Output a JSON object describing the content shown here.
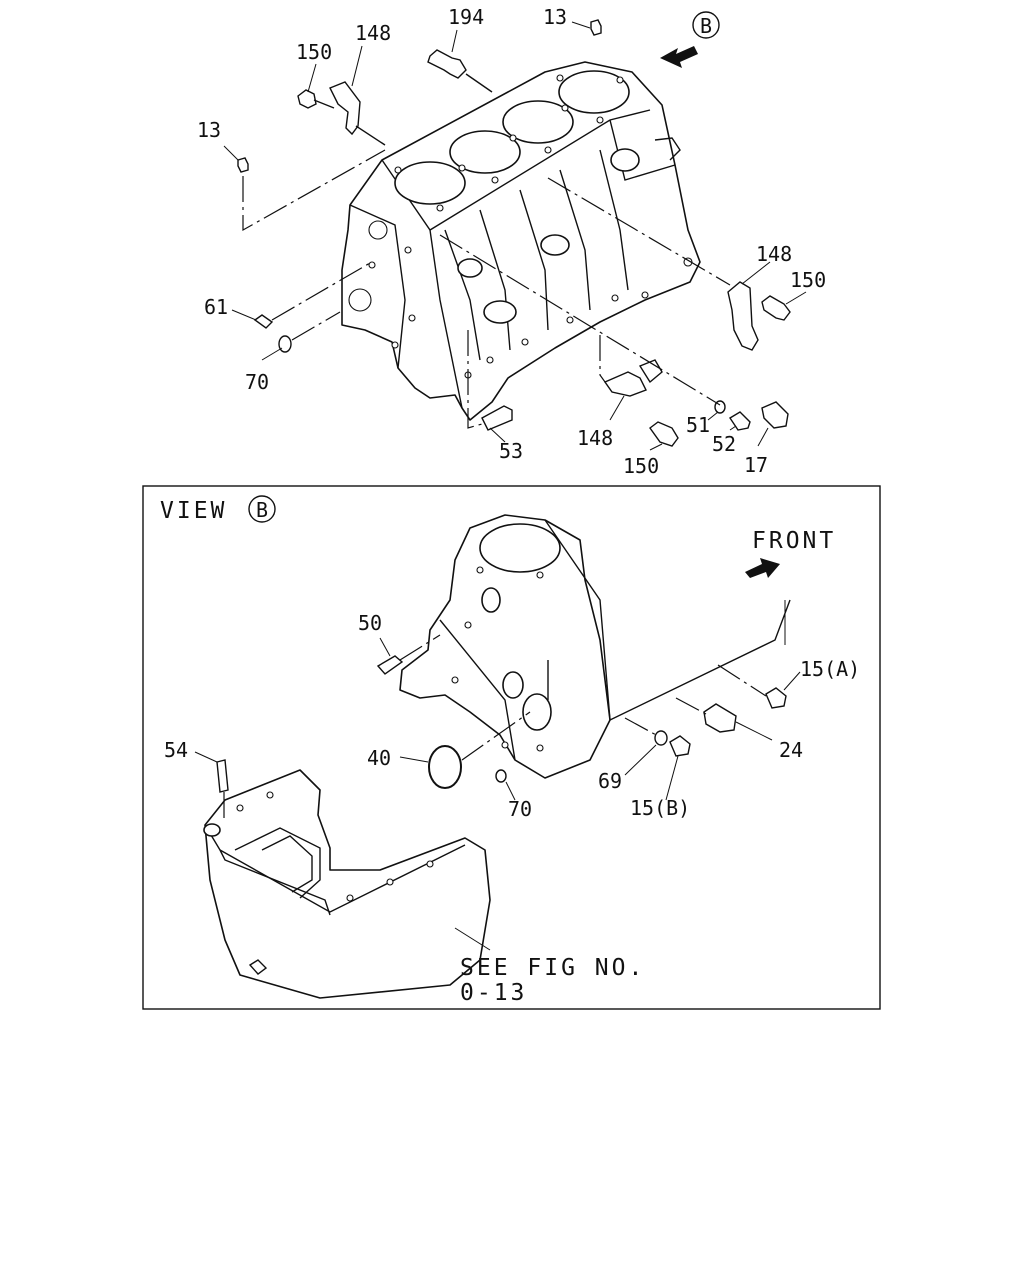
{
  "upper_view": {
    "view_marker": "B",
    "callouts": [
      "194",
      "13",
      "148",
      "150",
      "13",
      "61",
      "70",
      "148",
      "150",
      "148",
      "150",
      "51",
      "52",
      "17",
      "53"
    ]
  },
  "view_b": {
    "title_text": "VIEW",
    "title_marker": "B",
    "front_label": "FRONT",
    "callouts": [
      "50",
      "15(A)",
      "24",
      "40",
      "69",
      "15(B)",
      "70",
      "54"
    ],
    "reference_line1": "SEE FIG NO.",
    "reference_line2": "0-13"
  }
}
